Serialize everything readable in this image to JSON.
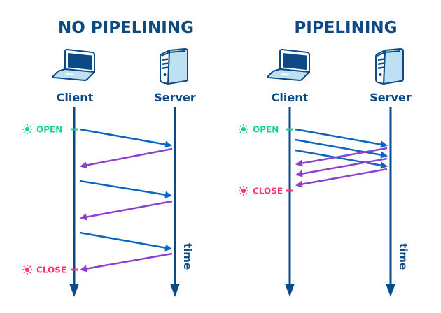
{
  "colors": {
    "navy": "#0b4a85",
    "request": "#0a66c2",
    "response": "#8e3fcf",
    "open": "#17d38b",
    "close": "#f5337a",
    "icon_fill": "#bde0f3"
  },
  "panels": [
    {
      "id": "no-pipelining",
      "title": "NO PIPELINING",
      "client_label": "Client",
      "server_label": "Server",
      "open_label": "OPEN",
      "close_label": "CLOSE",
      "time_label": "time",
      "client_icon": "laptop-icon",
      "server_icon": "server-tower-icon",
      "messages": [
        {
          "type": "request",
          "order": 1
        },
        {
          "type": "response",
          "order": 1
        },
        {
          "type": "request",
          "order": 2
        },
        {
          "type": "response",
          "order": 2
        },
        {
          "type": "request",
          "order": 3
        },
        {
          "type": "response",
          "order": 3
        }
      ]
    },
    {
      "id": "pipelining",
      "title": "PIPELINING",
      "client_label": "Client",
      "server_label": "Server",
      "open_label": "OPEN",
      "close_label": "CLOSE",
      "time_label": "time",
      "client_icon": "laptop-icon",
      "server_icon": "server-tower-icon",
      "messages": [
        {
          "type": "request",
          "order": 1
        },
        {
          "type": "request",
          "order": 2
        },
        {
          "type": "request",
          "order": 3
        },
        {
          "type": "response",
          "order": 1
        },
        {
          "type": "response",
          "order": 2
        },
        {
          "type": "response",
          "order": 3
        }
      ]
    }
  ]
}
